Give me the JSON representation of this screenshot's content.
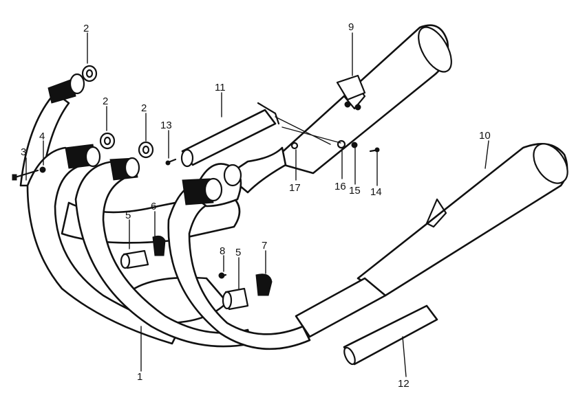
{
  "callouts": [
    {
      "id": "label-1",
      "text": "1"
    },
    {
      "id": "label-2a",
      "text": "2"
    },
    {
      "id": "label-2b",
      "text": "2"
    },
    {
      "id": "label-2c",
      "text": "2"
    },
    {
      "id": "label-3",
      "text": "3"
    },
    {
      "id": "label-4",
      "text": "4"
    },
    {
      "id": "label-5a",
      "text": "5"
    },
    {
      "id": "label-5b",
      "text": "5"
    },
    {
      "id": "label-6",
      "text": "6"
    },
    {
      "id": "label-7",
      "text": "7"
    },
    {
      "id": "label-8",
      "text": "8"
    },
    {
      "id": "label-9",
      "text": "9"
    },
    {
      "id": "label-10",
      "text": "10"
    },
    {
      "id": "label-11",
      "text": "11"
    },
    {
      "id": "label-12",
      "text": "12"
    },
    {
      "id": "label-13",
      "text": "13"
    },
    {
      "id": "label-14",
      "text": "14"
    },
    {
      "id": "label-15",
      "text": "15"
    },
    {
      "id": "label-16",
      "text": "16"
    },
    {
      "id": "label-17",
      "text": "17"
    }
  ]
}
